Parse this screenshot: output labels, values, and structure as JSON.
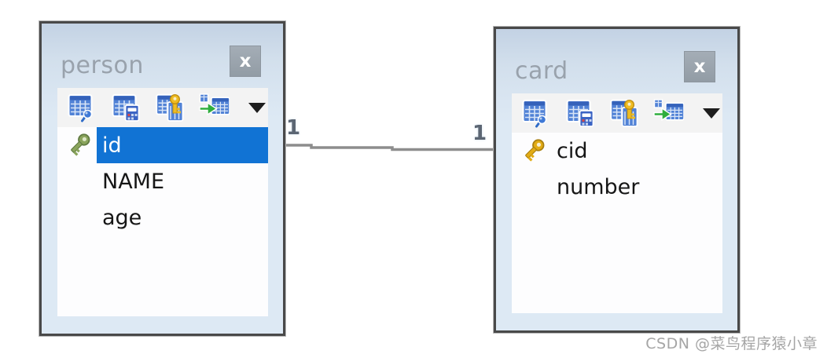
{
  "watermark": "CSDN @菜鸟程序猿小章",
  "relationship": {
    "type": "1:1",
    "left_cardinality": "1",
    "right_cardinality": "1"
  },
  "tables": [
    {
      "title": "person",
      "close_label": "x",
      "toolbar_icons": [
        "table-edit-icon",
        "table-calculator-icon",
        "table-foreign-key-icon",
        "table-export-icon",
        "dropdown-arrow-icon"
      ],
      "columns": [
        {
          "name": "id",
          "primary_key": true,
          "selected": true
        },
        {
          "name": "NAME",
          "primary_key": false,
          "selected": false
        },
        {
          "name": "age",
          "primary_key": false,
          "selected": false
        }
      ]
    },
    {
      "title": "card",
      "close_label": "x",
      "toolbar_icons": [
        "table-edit-icon",
        "table-calculator-icon",
        "table-foreign-key-icon",
        "table-export-icon",
        "dropdown-arrow-icon"
      ],
      "columns": [
        {
          "name": "cid",
          "primary_key": true,
          "selected": false
        },
        {
          "name": "number",
          "primary_key": false,
          "selected": false
        }
      ]
    }
  ],
  "colors": {
    "selection": "#1173d4",
    "widget-border": "#494949",
    "widget-bg": "#dde9f4",
    "toolbar-bg": "#f3f3f3",
    "title-text": "#99a2ac",
    "close-bg": "#9ba4ad",
    "connector": "#8d8d8d",
    "cardinality-text": "#5c6673",
    "row-text": "#161616",
    "watermark-text": "#a5a5a5",
    "key-gold": "#e2ac15",
    "key-green": "#8aa45c"
  }
}
